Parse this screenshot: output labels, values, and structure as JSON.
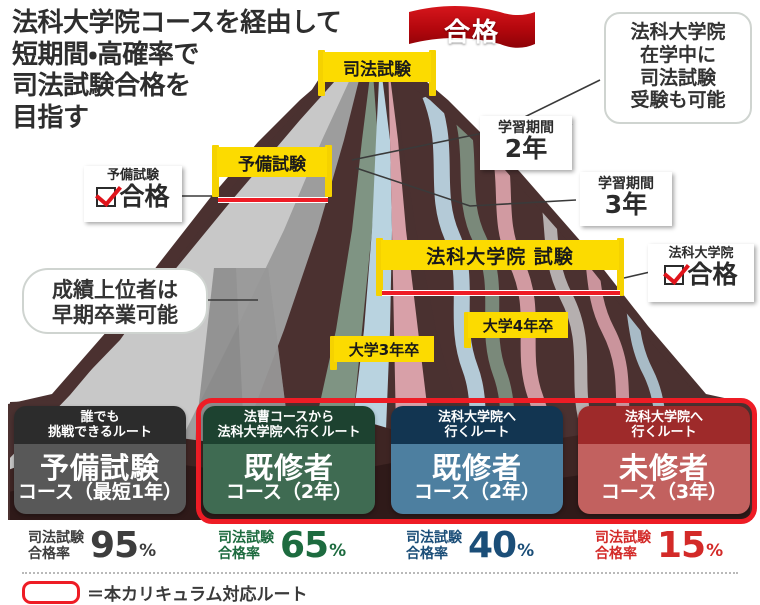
{
  "headline": "法科大学院コースを経由して\n短期間・高確率で\n司法試験合格を\n目指す",
  "ribbon": {
    "label": "合格"
  },
  "bubbles": {
    "jd_exam_while_enrolled": "法科大学院\n在学中に\n司法試験\n受験も可能",
    "early_graduation": "成績上位者は\n早期卒業可能"
  },
  "notes": [
    {
      "label": "学習期間",
      "value": "2年"
    },
    {
      "label": "学習期間",
      "value": "3年"
    }
  ],
  "check_notes": [
    {
      "label": "予備試験",
      "value": "合格"
    },
    {
      "label": "法科大学院",
      "value": "合格"
    }
  ],
  "flags": {
    "summit": "司法試験",
    "yobi": "予備試験",
    "jd_exam": "法科大学院 試験",
    "univ3": "大学3年卒",
    "univ4": "大学4年卒"
  },
  "courses": [
    {
      "route": "誰でも\n挑戦できるルート",
      "name": "予備試験",
      "sub": "コース（最短1年）",
      "head_color": "#2c2c2c",
      "body_color": "#585858"
    },
    {
      "route": "法曹コースから\n法科大学院へ行くルート",
      "name": "既修者",
      "sub": "コース（2年）",
      "head_color": "#1d4230",
      "body_color": "#3f6b52"
    },
    {
      "route": "法科大学院へ\n行くルート",
      "name": "既修者",
      "sub": "コース（2年）",
      "head_color": "#123551",
      "body_color": "#4d7fa0"
    },
    {
      "route": "法科大学院へ\n行くルート",
      "name": "未修者",
      "sub": "コース（3年）",
      "head_color": "#9e2a2a",
      "body_color": "#c2615f"
    }
  ],
  "rates": [
    {
      "label": "司法試験\n合格率",
      "value": "95",
      "unit": "%",
      "color": "#3d3d3d"
    },
    {
      "label": "司法試験\n合格率",
      "value": "65",
      "unit": "%",
      "color": "#1d6b3f"
    },
    {
      "label": "司法試験\n合格率",
      "value": "40",
      "unit": "%",
      "color": "#1b4e78"
    },
    {
      "label": "司法試験\n合格率",
      "value": "15",
      "unit": "%",
      "color": "#d32a28"
    }
  ],
  "legend": {
    "text": "＝本カリキュラム対応ルート",
    "color": "#ee1c25"
  }
}
